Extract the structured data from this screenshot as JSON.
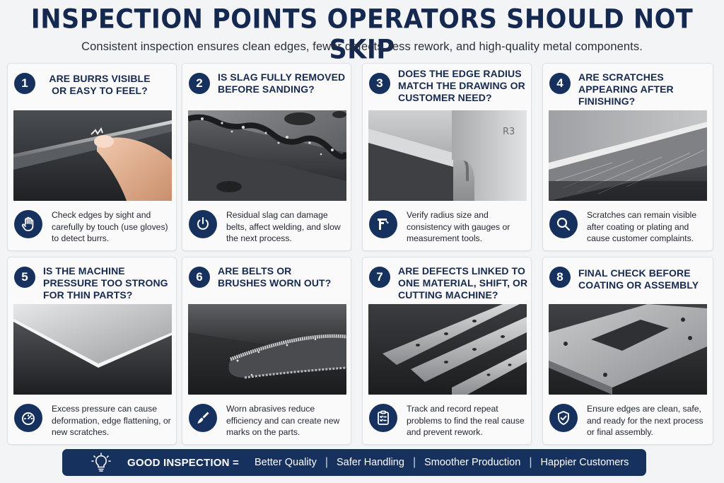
{
  "header": {
    "title": "INSPECTION POINTS OPERATORS SHOULD NOT SKIP",
    "subtitle": "Consistent inspection ensures clean edges, fewer defects, less rework, and high-quality metal components."
  },
  "colors": {
    "navy": "#17315e",
    "title": "#15284f",
    "card_bg": "#fafafa",
    "page_bg": "#f3f4f6"
  },
  "cards": [
    {
      "number": "1",
      "heading": "ARE BURRS VISIBLE OR EASY TO FEEL?",
      "text": "Check edges by sight and carefully by touch (use gloves) to detect burrs.",
      "icon": "hand-icon",
      "photo": "burr-edge-photo"
    },
    {
      "number": "2",
      "heading": "IS SLAG FULLY REMOVED BEFORE SANDING?",
      "text": "Residual slag can damage belts, affect welding, and slow the next process.",
      "icon": "power-icon",
      "photo": "slag-plate-photo"
    },
    {
      "number": "3",
      "heading": "DOES THE EDGE RADIUS MATCH THE DRAWING OR CUSTOMER NEED?",
      "text": "Verify radius size and consistency with gauges or measurement tools.",
      "icon": "caliper-icon",
      "photo": "radius-gauge-photo"
    },
    {
      "number": "4",
      "heading": "ARE SCRATCHES APPEARING AFTER FINISHING?",
      "text": "Scratches can remain visible after coating or plating and cause customer complaints.",
      "icon": "magnifier-icon",
      "photo": "scratched-edge-photo"
    },
    {
      "number": "5",
      "heading": "IS THE MACHINE PRESSURE TOO STRONG FOR THIN PARTS?",
      "text": "Excess pressure can cause deformation, edge flattening, or new scratches.",
      "icon": "gauge-icon",
      "photo": "thin-sheet-photo"
    },
    {
      "number": "6",
      "heading": "ARE BELTS OR BRUSHES WORN OUT?",
      "text": "Worn abrasives reduce efficiency and can create new marks on the parts.",
      "icon": "brush-icon",
      "photo": "worn-belt-photo"
    },
    {
      "number": "7",
      "heading": "ARE DEFECTS LINKED TO ONE MATERIAL, SHIFT, OR CUTTING MACHINE?",
      "text": "Track and record repeat problems to find the real cause and prevent rework.",
      "icon": "clipboard-icon",
      "photo": "channel-parts-photo"
    },
    {
      "number": "8",
      "heading": "FINAL CHECK BEFORE COATING OR ASSEMBLY",
      "text": "Ensure edges are clean, safe, and ready for the next process or final assembly.",
      "icon": "shield-check-icon",
      "photo": "bracket-part-photo"
    }
  ],
  "banner": {
    "lead": "GOOD INSPECTION =",
    "items": [
      "Better Quality",
      "Safer Handling",
      "Smoother Production",
      "Happier Customers"
    ],
    "separator": "|",
    "icon": "lightbulb-icon"
  }
}
